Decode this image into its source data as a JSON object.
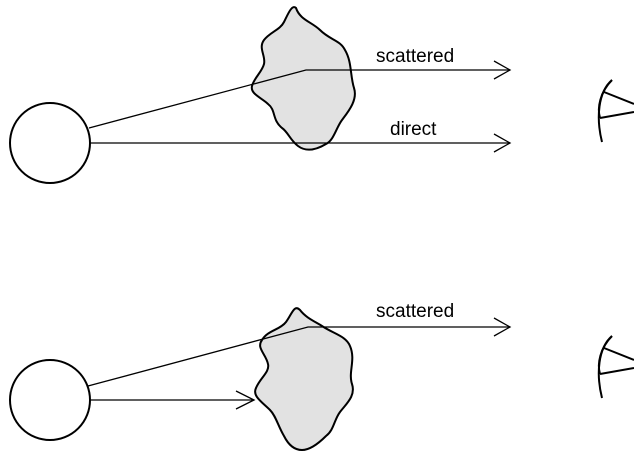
{
  "panels": [
    {
      "id": "top",
      "labels": {
        "scattered": "scattered",
        "direct": "direct"
      }
    },
    {
      "id": "bottom",
      "labels": {
        "scattered": "scattered"
      }
    }
  ],
  "colors": {
    "stroke": "#000000",
    "cloud_fill": "#e2e2e2",
    "background": "#ffffff"
  },
  "icons": [
    "source-circle",
    "cloud-shape",
    "eye-icon",
    "arrow-head"
  ]
}
